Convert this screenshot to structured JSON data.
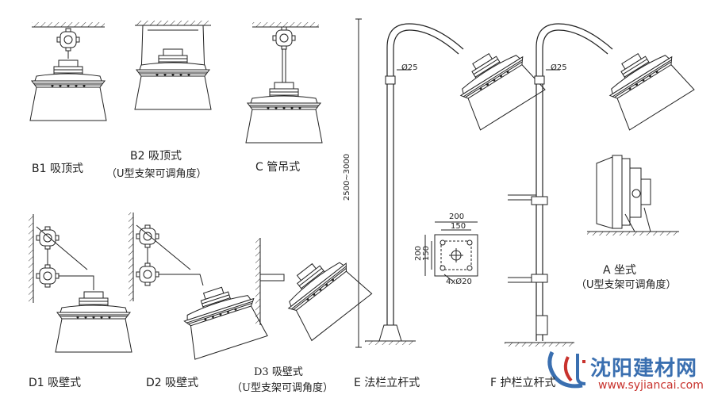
{
  "labels": {
    "b1": "B1 吸顶式",
    "b2": "B2 吸顶式",
    "b2_sub": "（U型支架可调角度）",
    "c": "C 管吊式",
    "d1": "D1 吸壁式",
    "d2": "D2 吸壁式",
    "d3": "D3  吸壁式",
    "d3_sub": "（U型支架可调角度）",
    "e": "E 法栏立杆式",
    "f": "F 护栏立杆式",
    "a": "A 坐式",
    "a_sub": "（U型支架可调角度）"
  },
  "dimensions": {
    "pole_dia_e": "Ø25",
    "pole_dia_f": "Ø25",
    "pole_height": "2500~3000",
    "plate_w_outer": "200",
    "plate_w_inner": "150",
    "plate_h_outer": "200",
    "plate_h_inner": "150",
    "plate_holes": "4xØ20"
  },
  "watermark": {
    "name": "沈阳建材网",
    "url": "www.syjiancai.com"
  }
}
